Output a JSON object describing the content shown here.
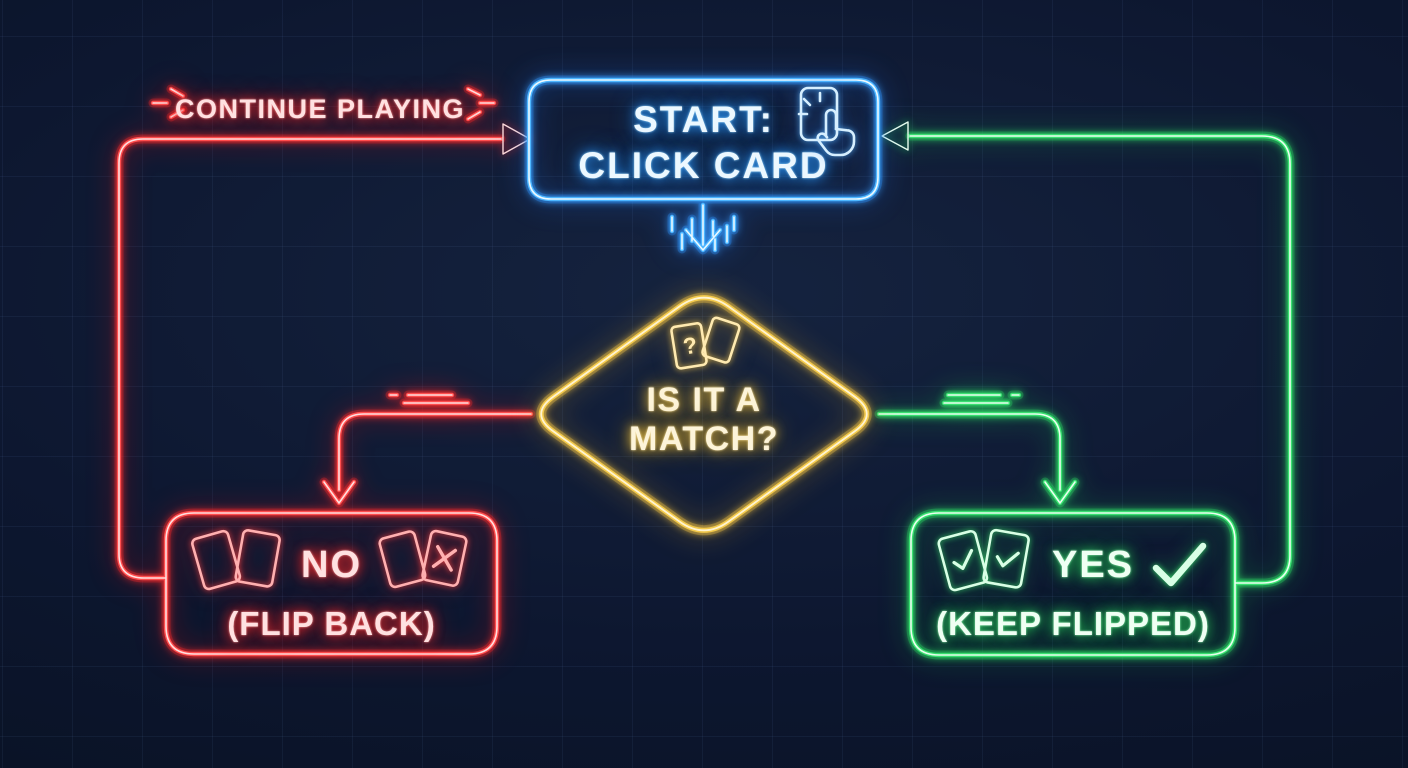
{
  "flow": {
    "continue_label": "CONTINUE PLAYING",
    "start": {
      "line1": "START:",
      "line2": "CLICK CARD",
      "icon": "tap-card-icon"
    },
    "decision": {
      "line1": "IS IT A",
      "line2": "MATCH?",
      "icon": "question-cards-icon"
    },
    "no_branch": {
      "title": "NO",
      "subtitle": "(FLIP BACK)",
      "icon_left": "facedown-cards-icon",
      "icon_right": "mismatch-card-x-icon"
    },
    "yes_branch": {
      "title": "YES",
      "subtitle": "(KEEP FLIPPED)",
      "icon_left": "matched-cards-icon",
      "icon_right": "check-icon"
    }
  },
  "colors": {
    "background": "#0d1730",
    "blue": "#4db6ff",
    "red": "#ff4d4d",
    "yellow": "#f2c94c",
    "green": "#38e070"
  }
}
